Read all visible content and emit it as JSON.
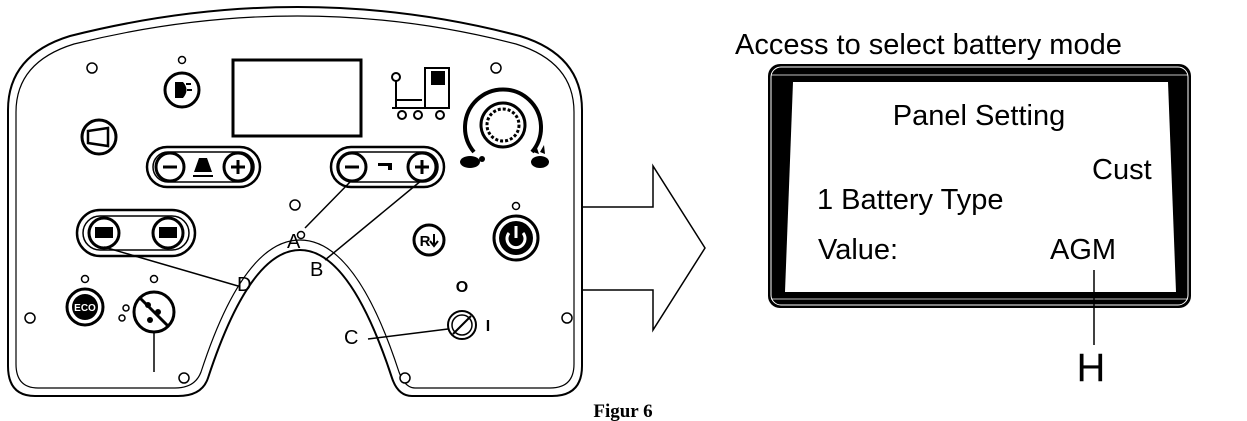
{
  "heading": "Access to select battery mode",
  "caption": "Figur 6",
  "callouts": {
    "a": "A",
    "b": "B",
    "c": "C",
    "d": "D",
    "h": "H"
  },
  "panel": {
    "key_markers": {
      "off": "O",
      "on": "I"
    },
    "reverse_button_label": "R",
    "eco_button_label": "ECO"
  },
  "display": {
    "line1": "Panel Setting",
    "line2": "Cust",
    "line3": "1 Battery Type",
    "line4_label": "Value:",
    "line4_value": "AGM"
  }
}
